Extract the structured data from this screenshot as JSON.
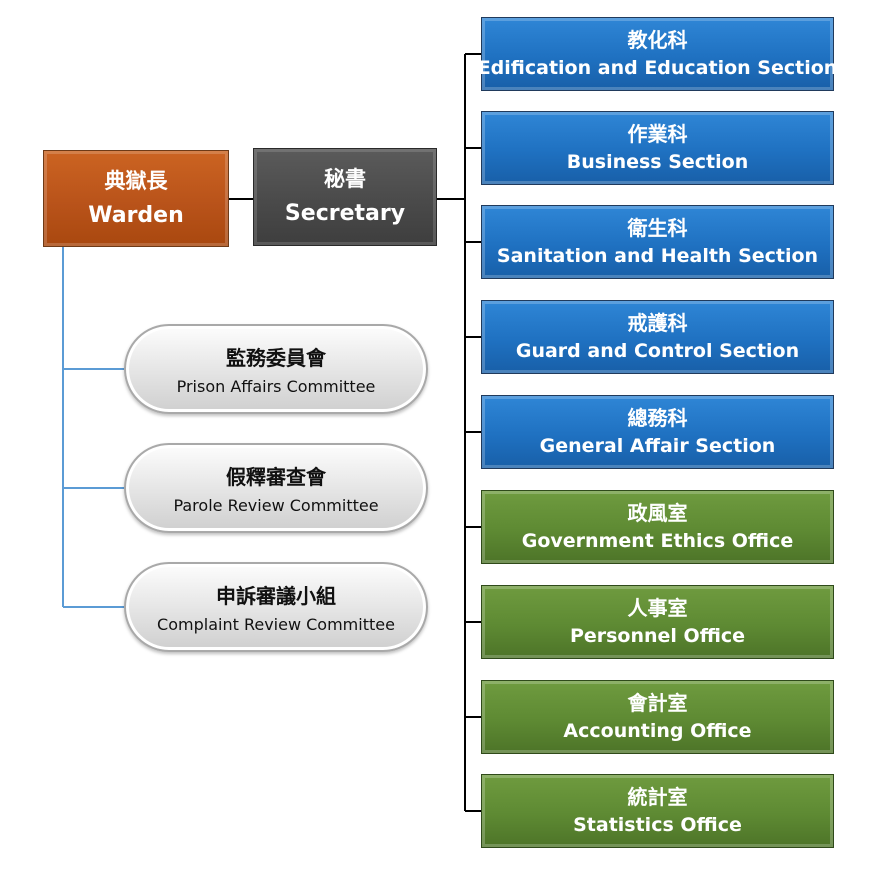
{
  "warden": {
    "zh": "典獄長",
    "en": "Warden"
  },
  "secretary": {
    "zh": "秘書",
    "en": "Secretary"
  },
  "sections": [
    {
      "zh": "教化科",
      "en": "Edification and Education Section",
      "color": "#1f71c1"
    },
    {
      "zh": "作業科",
      "en": "Business Section",
      "color": "#1f71c1"
    },
    {
      "zh": "衛生科",
      "en": "Sanitation and Health Section",
      "color": "#1f71c1"
    },
    {
      "zh": "戒護科",
      "en": "Guard and Control Section",
      "color": "#1f71c1"
    },
    {
      "zh": "總務科",
      "en": "General Affair Section",
      "color": "#1f71c1"
    },
    {
      "zh": "政風室",
      "en": "Government Ethics Office",
      "color": "#5e8a33"
    },
    {
      "zh": "人事室",
      "en": "Personnel Office",
      "color": "#5e8a33"
    },
    {
      "zh": "會計室",
      "en": "Accounting Office",
      "color": "#5e8a33"
    },
    {
      "zh": "統計室",
      "en": "Statistics Office",
      "color": "#5e8a33"
    }
  ],
  "committees": [
    {
      "zh": "監務委員會",
      "en": "Prison Affairs Committee"
    },
    {
      "zh": "假釋審查會",
      "en": "Parole Review Committee"
    },
    {
      "zh": "申訴審議小組",
      "en": "Complaint Review Committee"
    }
  ],
  "colors": {
    "warden": "#b9531a",
    "secretary": "#4a4a4a",
    "section_blue": "#1f71c1",
    "section_green": "#5e8a33",
    "connector_black": "#000000",
    "connector_blue": "#5b9bd5"
  }
}
